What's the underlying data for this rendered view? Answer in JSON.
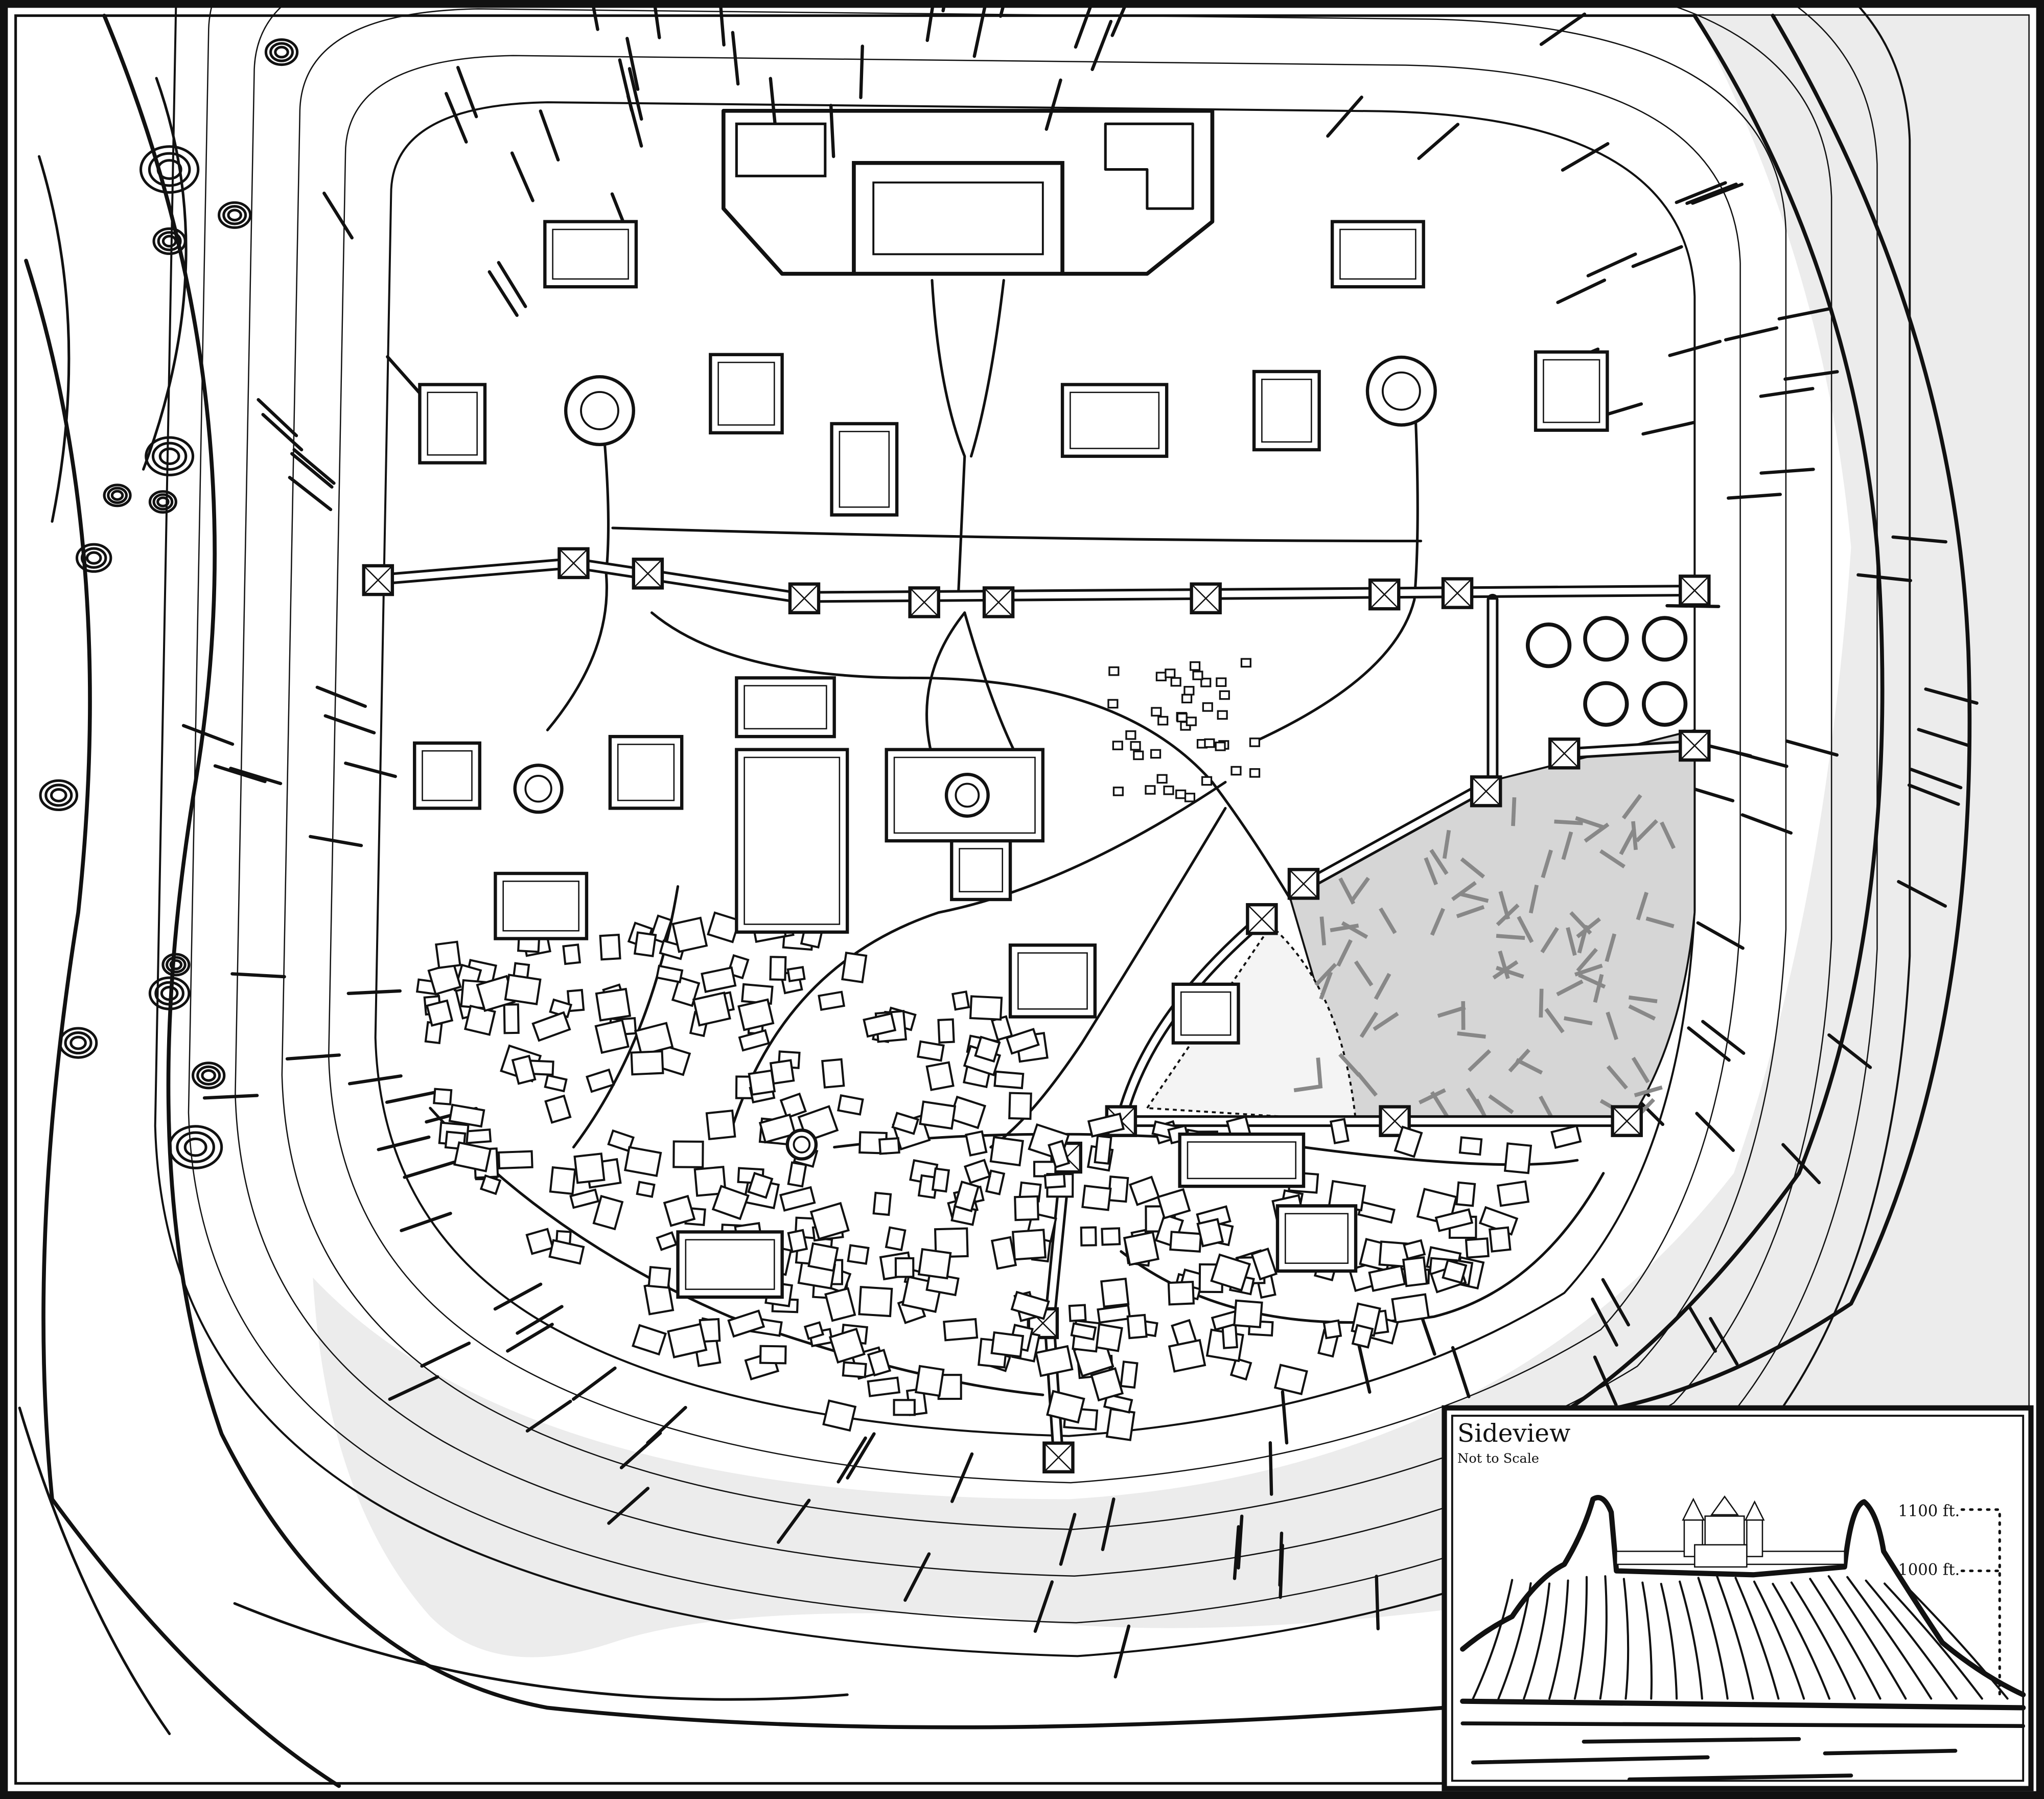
{
  "map": {
    "colors": {
      "ink": "#111111",
      "paper": "#ffffff",
      "water": "#e4e4e4",
      "field": "#cfcfcf"
    }
  },
  "sideview": {
    "title": "Sideview",
    "subtitle": "Not to Scale",
    "elevation_top": "1100 ft.",
    "elevation_plateau": "1000 ft."
  }
}
